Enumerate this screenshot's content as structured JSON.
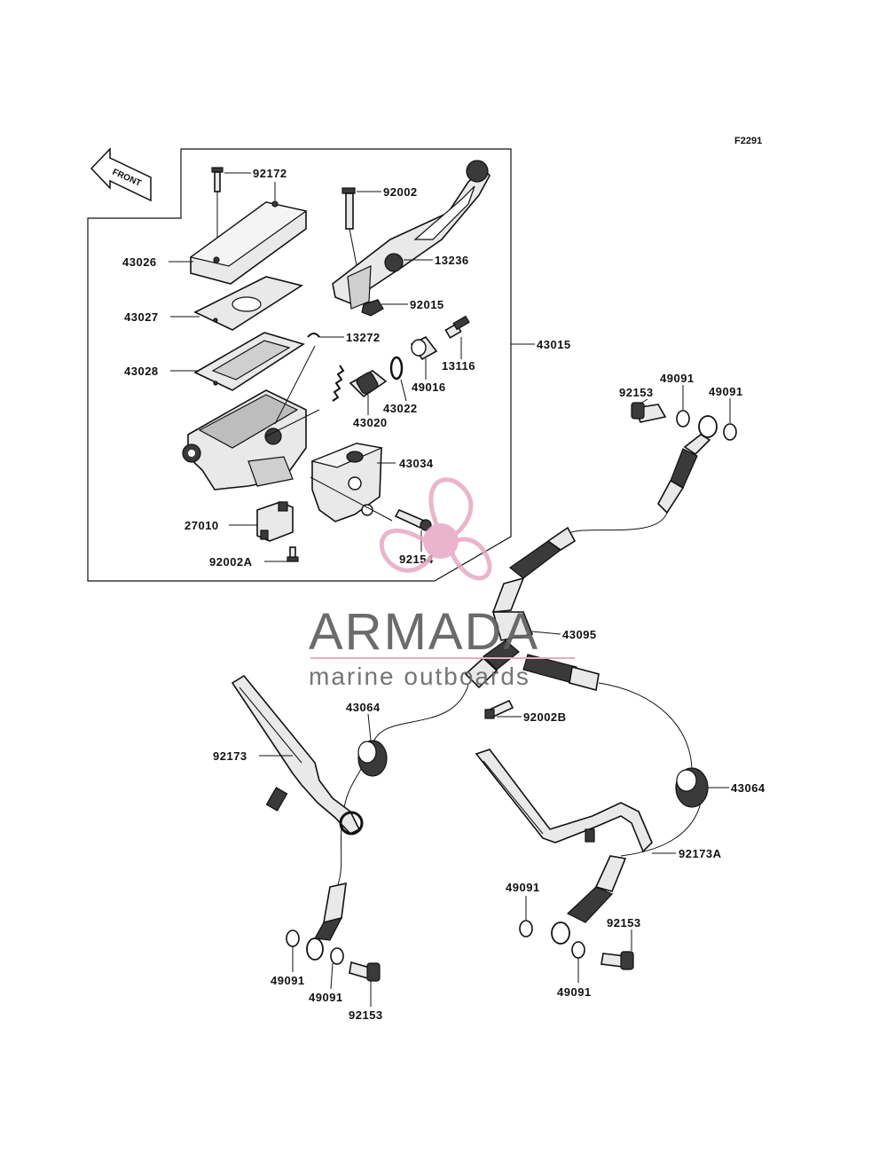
{
  "figure_code": "F2291",
  "front_label": "FRONT",
  "watermark": {
    "brand": "ARMADA",
    "tagline": "marine outboards",
    "logo_color": "#e7a9c4",
    "text_color": "#5f5f5f"
  },
  "labels": {
    "p92172": "92172",
    "p92002": "92002",
    "p43026": "43026",
    "p13236": "13236",
    "p92015": "92015",
    "p43027": "43027",
    "p13272": "13272",
    "p43015": "43015",
    "p13116": "13116",
    "p43028": "43028",
    "p49016": "49016",
    "p43022": "43022",
    "p43020": "43020",
    "p92153_top": "92153",
    "p49091_top_a": "49091",
    "p49091_top_b": "49091",
    "p43034": "43034",
    "p27010": "27010",
    "p92154": "92154",
    "p92002A": "92002A",
    "p43095": "43095",
    "p43064_left": "43064",
    "p92002B": "92002B",
    "p92173": "92173",
    "p43064_right": "43064",
    "p92173A": "92173A",
    "p49091_right_a": "49091",
    "p92153_right": "92153",
    "p49091_right_b": "49091",
    "p49091_left_a": "49091",
    "p49091_left_b": "49091",
    "p92153_left": "92153"
  }
}
